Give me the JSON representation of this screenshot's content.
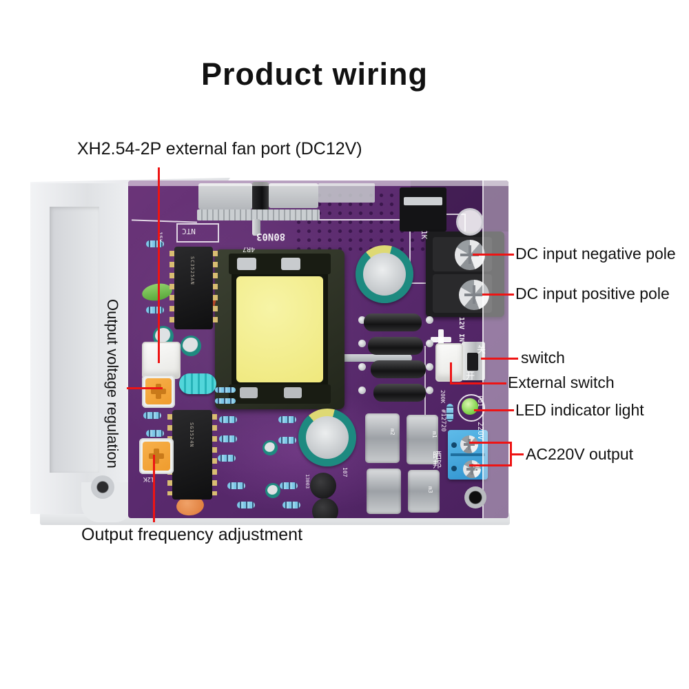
{
  "title": "Product wiring",
  "callouts": {
    "fan_port": "XH2.54-2P external fan port (DC12V)",
    "voltage_regulation": "Output voltage regulation",
    "frequency_adjustment": "Output frequency adjustment",
    "dc_negative": "DC input negative pole",
    "dc_positive": "DC input positive pole",
    "switch": "switch",
    "external_switch": "External switch",
    "led_indicator": "LED indicator light",
    "ac_output": "AC220V output"
  },
  "silkscreen": {
    "mosfet": "80N03",
    "r_4r7": "4R7",
    "ntc": "NTC",
    "r_15k": "15K",
    "r_1k": "1K",
    "ic_pwm_top": "SC3525AN",
    "ic_pwm_bottom": "SG3524N",
    "transistor": "13003",
    "r_107": "107",
    "r_200k": "200K",
    "model_no": "#12720",
    "brand_cn": "晒邦",
    "dc_in": "12V IN",
    "switch_cn_on": "开",
    "switch_cn_off": "关",
    "led_ref": "Pd1",
    "ac_v": "220V",
    "ac_out": "OU",
    "r_12k": "12K",
    "m1": "m1",
    "m2": "m2",
    "m3": "m3"
  },
  "colors": {
    "annotation_line": "#ee1414",
    "pcb_purple": "#5a2a6e",
    "trimmer_orange": "#f2a33c",
    "led_green": "#7ed34f",
    "ac_terminal_blue": "#3fa9e0",
    "dc_terminal_black": "#1d1d1f"
  }
}
